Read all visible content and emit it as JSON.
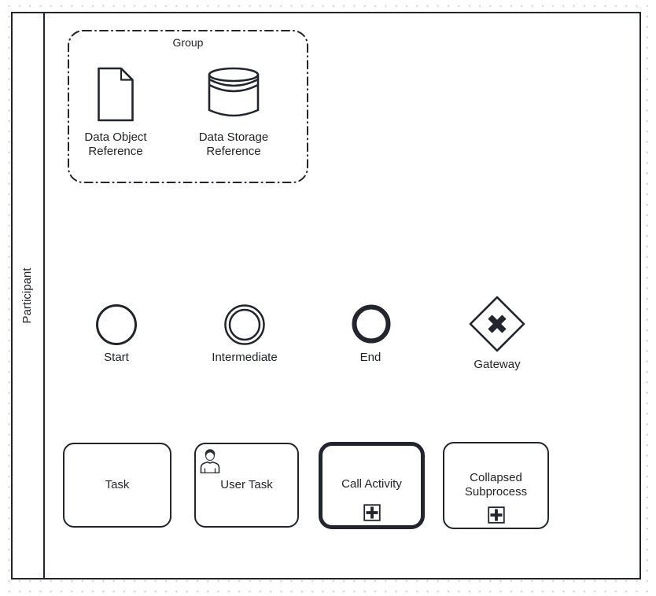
{
  "diagram": {
    "pool": {
      "label": "Participant"
    },
    "group": {
      "label": "Group"
    },
    "data_references": [
      {
        "id": "data-object-reference",
        "icon": "document-icon",
        "lines": [
          "Data Object",
          "Reference"
        ]
      },
      {
        "id": "data-storage-reference",
        "icon": "database-icon",
        "lines": [
          "Data Storage",
          "Reference"
        ]
      }
    ],
    "events": [
      {
        "id": "start-event",
        "label": "Start",
        "style": "thin-circle"
      },
      {
        "id": "intermediate-event",
        "label": "Intermediate",
        "style": "double-circle"
      },
      {
        "id": "end-event",
        "label": "End",
        "style": "thick-circle"
      },
      {
        "id": "gateway",
        "label": "Gateway",
        "style": "diamond-x"
      }
    ],
    "activities": [
      {
        "id": "task",
        "label": "Task"
      },
      {
        "id": "user-task",
        "label": "User Task",
        "icon": "user-icon"
      },
      {
        "id": "call-activity",
        "label": "Call Activity",
        "marker": "plus",
        "style": "thick-border"
      },
      {
        "id": "collapsed-subprocess",
        "lines": [
          "Collapsed",
          "Subprocess"
        ],
        "marker": "plus"
      }
    ],
    "colors": {
      "stroke": "#22242e",
      "text": "#222428",
      "grid_dot": "#d2d2d2",
      "fill": "#ffffff"
    }
  }
}
